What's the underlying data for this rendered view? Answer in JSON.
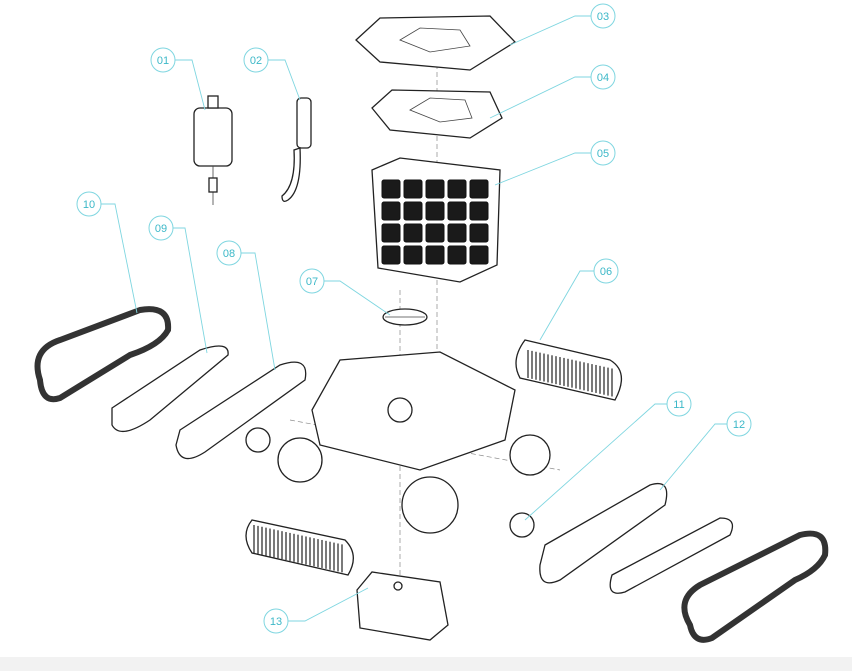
{
  "diagram": {
    "title": "Pool robot exploded parts view",
    "accent_color": "#7fd6e0",
    "callouts": [
      "01",
      "02",
      "03",
      "04",
      "05",
      "06",
      "07",
      "08",
      "09",
      "10",
      "11",
      "12",
      "13"
    ]
  }
}
